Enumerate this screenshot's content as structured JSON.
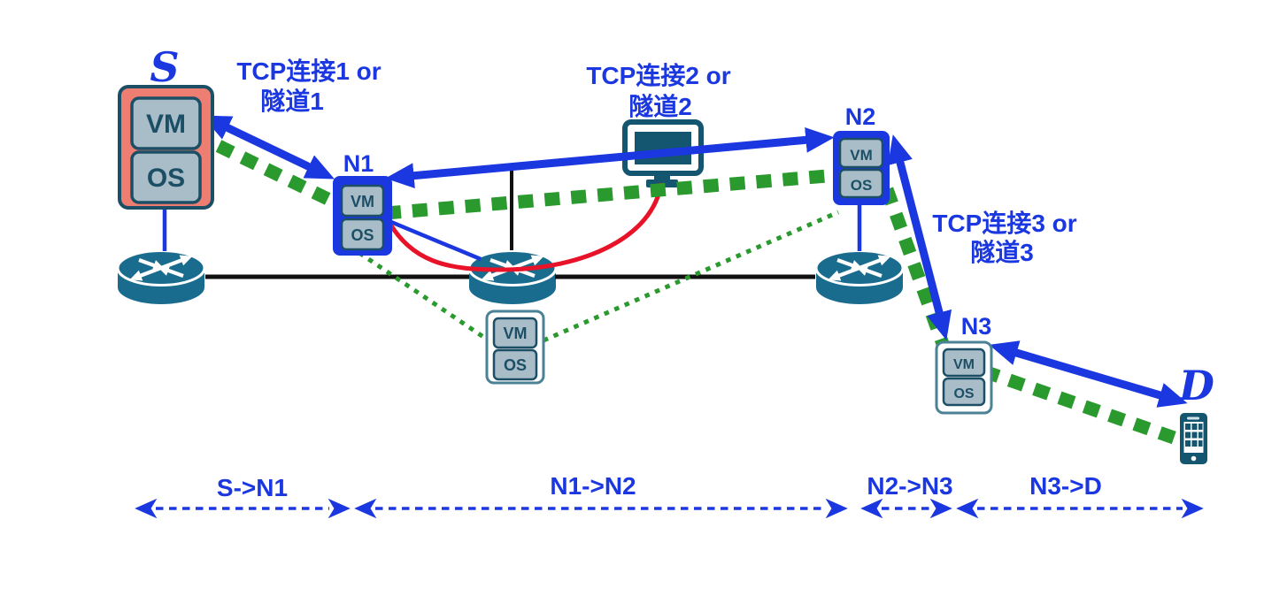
{
  "colors": {
    "arrow_blue": "#1b37e0",
    "path_green": "#2a9a2e",
    "link_red": "#e81328",
    "router_teal": "#1a6c8e",
    "device_teal": "#145670",
    "node_fill": "#a8bdc8",
    "node_border": "#1c4f66",
    "host_s_fill": "#ee7e71",
    "link_black": "#111111"
  },
  "nodes": {
    "s": {
      "label": "S",
      "vm": "VM",
      "os": "OS"
    },
    "n1": {
      "label": "N1",
      "vm": "VM",
      "os": "OS"
    },
    "n2": {
      "label": "N2",
      "vm": "VM",
      "os": "OS"
    },
    "n3": {
      "label": "N3",
      "vm": "VM",
      "os": "OS"
    },
    "relay": {
      "vm": "VM",
      "os": "OS"
    },
    "d": {
      "label": "D"
    }
  },
  "tunnels": {
    "t1": {
      "line1": "TCP连接1 or",
      "line2": "隧道1"
    },
    "t2": {
      "line1": "TCP连接2 or",
      "line2": "隧道2"
    },
    "t3": {
      "line1": "TCP连接3 or",
      "line2": "隧道3"
    }
  },
  "segments": {
    "seg1": "S->N1",
    "seg2": "N1->N2",
    "seg3": "N2->N3",
    "seg4": "N3->D"
  },
  "icons": {
    "router": "router-icon",
    "monitor": "desktop-monitor-icon",
    "phone": "smartphone-icon"
  }
}
